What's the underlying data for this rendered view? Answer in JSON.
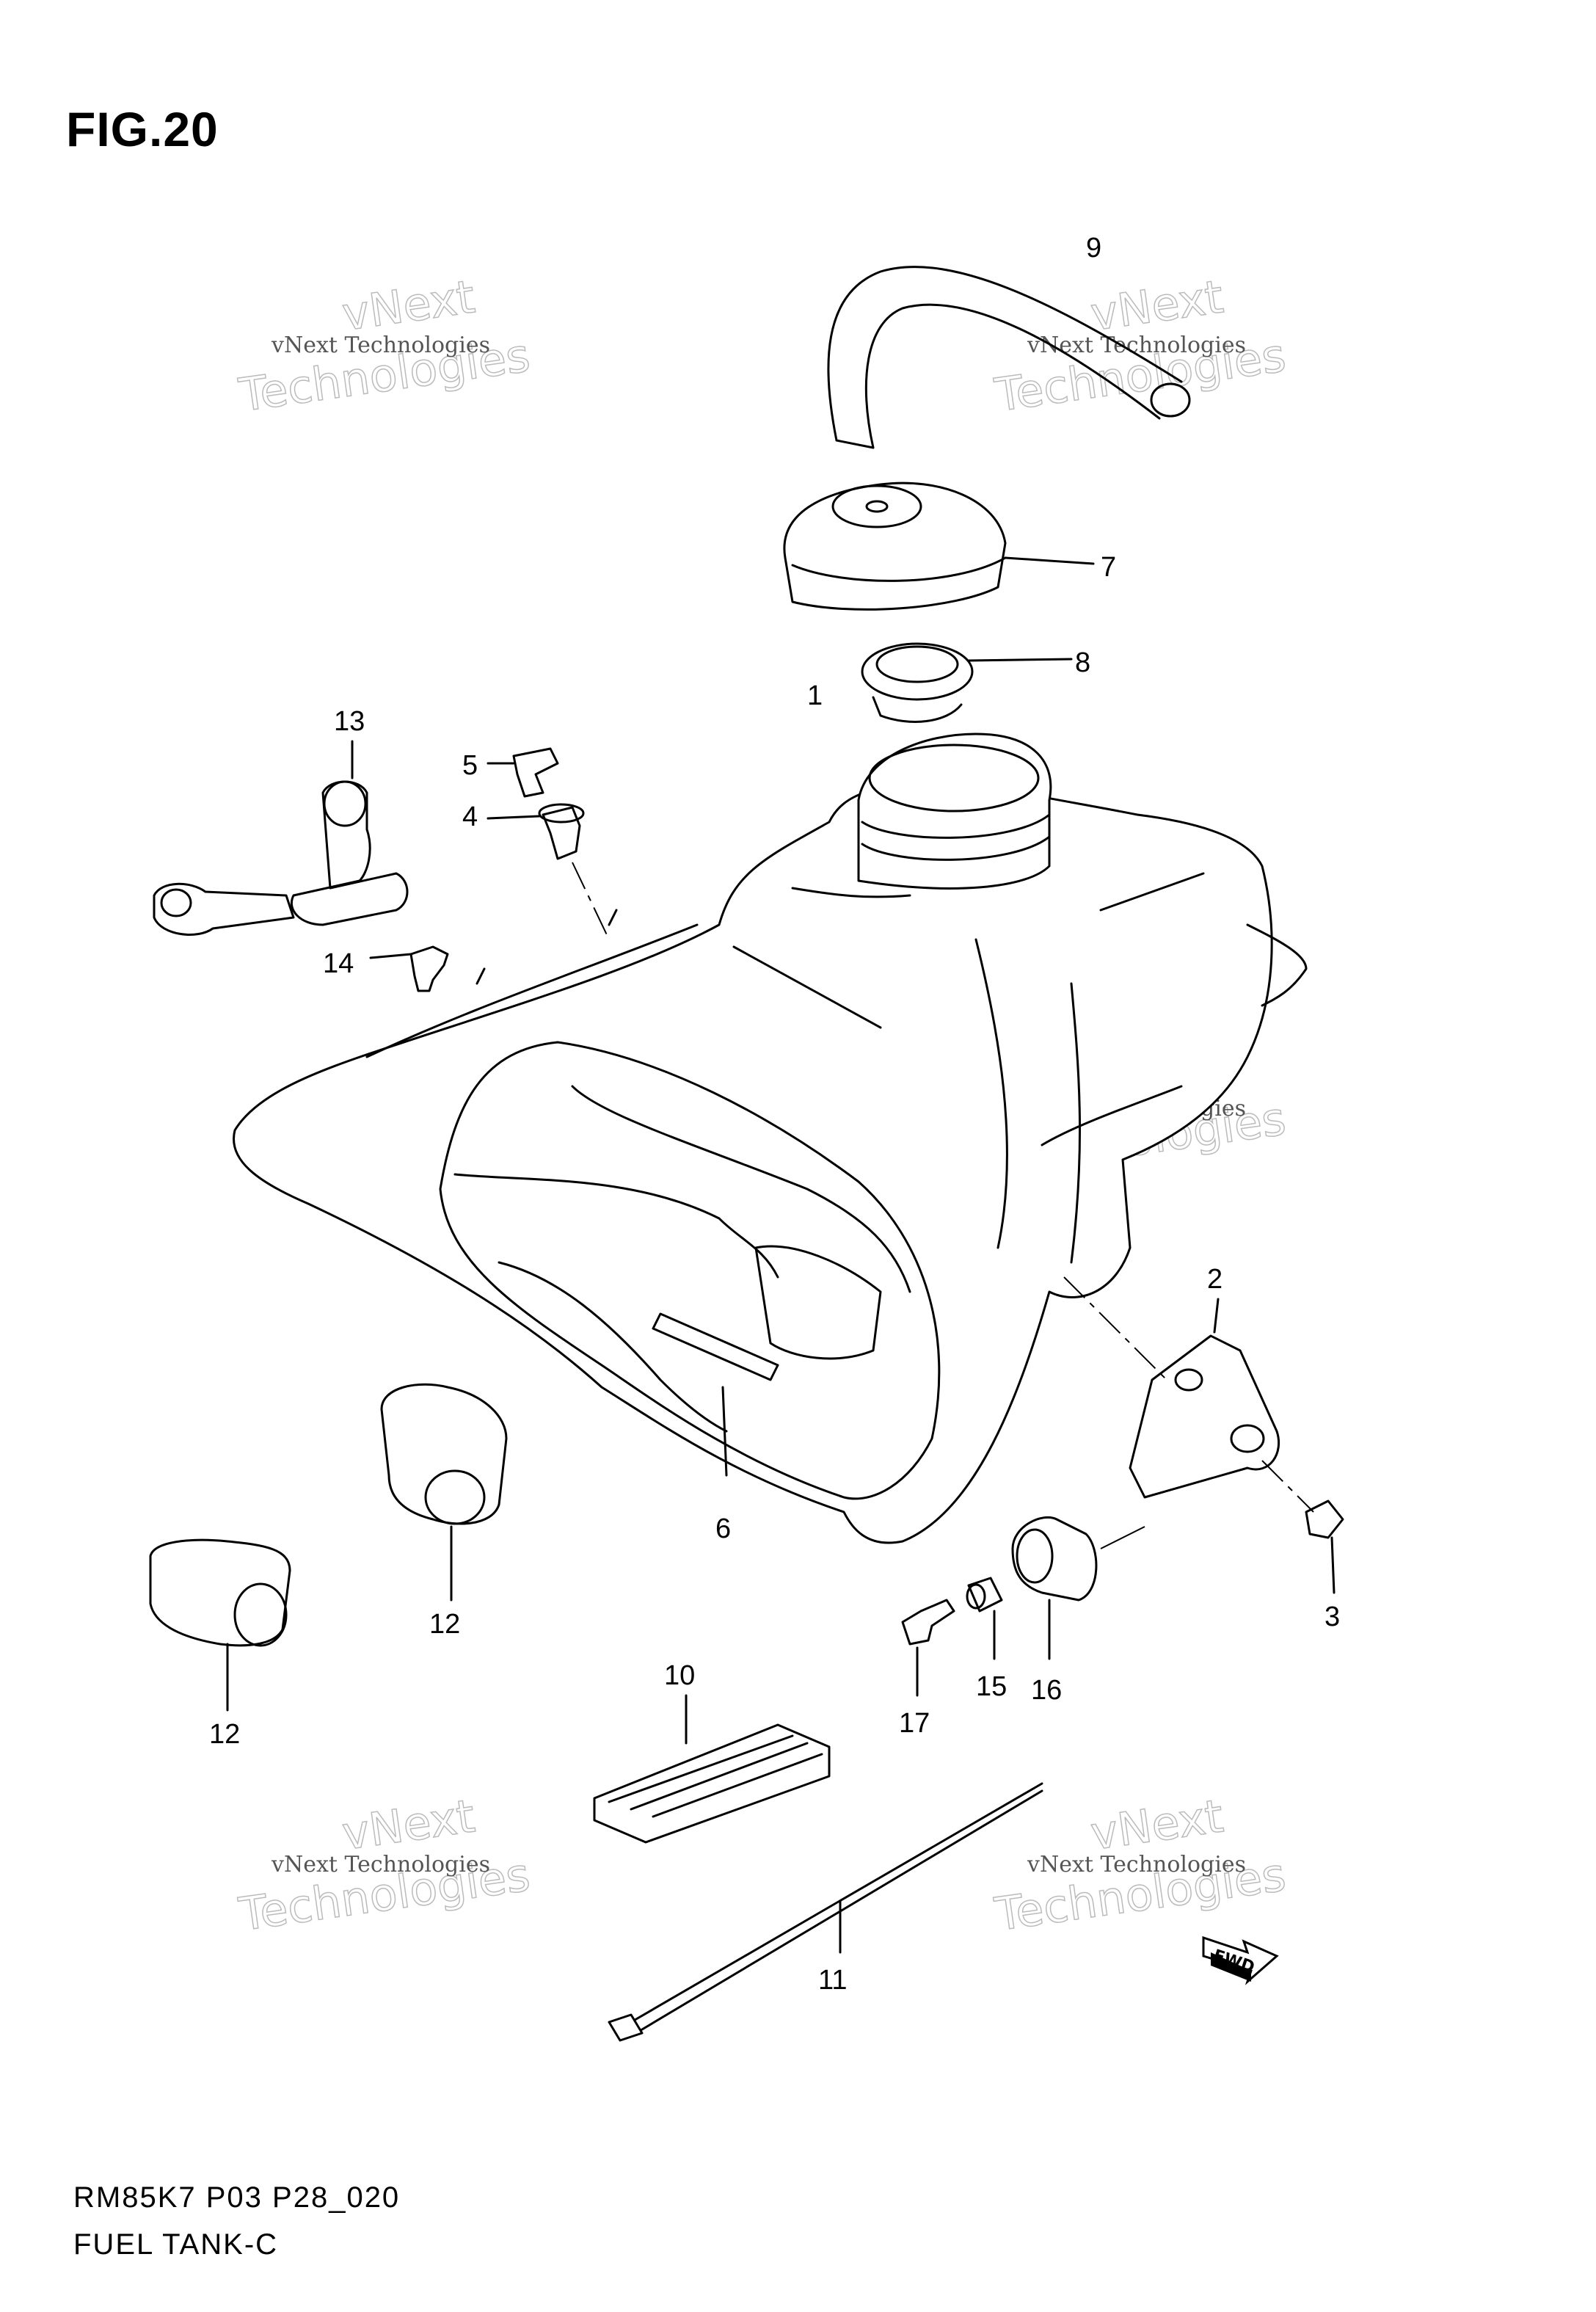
{
  "figure": {
    "title": "FIG.20"
  },
  "footer": {
    "code": "RM85K7 P03 P28_020",
    "name": "FUEL TANK-C"
  },
  "watermark": {
    "line1": "vNext Technologies",
    "line2": "Technologies",
    "line3": "vNext"
  },
  "fwd_label": "FWD",
  "callouts": [
    "1",
    "2",
    "3",
    "4",
    "5",
    "6",
    "7",
    "8",
    "9",
    "10",
    "11",
    "12",
    "12",
    "13",
    "14",
    "15",
    "16",
    "17"
  ]
}
